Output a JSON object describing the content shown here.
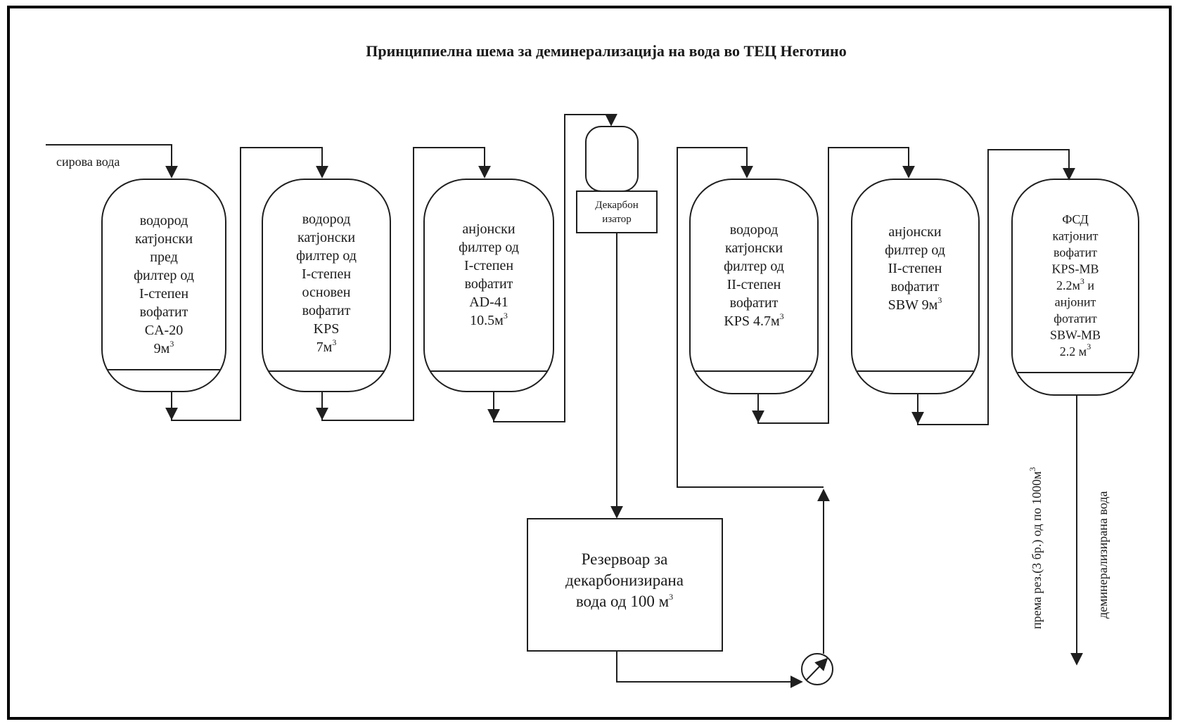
{
  "title": "Принципиелна шема за деминерализација на вода во ТЕЦ Неготино",
  "inlet_label": "сирова вода",
  "vessels": [
    {
      "lines": [
        "водород",
        "катјонски",
        "пред",
        "филтер од",
        "I-степен",
        "вофатит",
        "CA-20"
      ],
      "volume": "9м",
      "volume_sup": "3"
    },
    {
      "lines": [
        "водород",
        "катјонски",
        "филтер од",
        "I-степен",
        "основен",
        "вофатит",
        "KPS"
      ],
      "volume": "7м",
      "volume_sup": "3"
    },
    {
      "lines": [
        "анјонски",
        "филтер од",
        "I-степен",
        "вофатит",
        "AD-41"
      ],
      "volume": "10.5м",
      "volume_sup": "3"
    },
    {
      "lines": [
        "водород",
        "катјонски",
        "филтер од",
        "II-степен",
        "вофатит"
      ],
      "volume": "KPS 4.7м",
      "volume_sup": "3"
    },
    {
      "lines": [
        "анјонски",
        "филтер од",
        "II-степен",
        "вофатит"
      ],
      "volume": "SBW 9м",
      "volume_sup": "3"
    },
    {
      "lines": [
        "ФСД",
        "катјонит",
        "вофатит",
        "KPS-MB",
        "2.2м",
        "анјонит",
        "фотатит",
        "SBW-MB"
      ],
      "extra_sup": "3",
      "extra_sup_suffix": " и",
      "volume": "2.2 м",
      "volume_sup": "3"
    }
  ],
  "decarbonizer_lines": [
    "Декарбон",
    "изатор"
  ],
  "reservoir": {
    "lines": [
      "Резервоар за",
      "декарбонизирана",
      "вода од 100 м"
    ],
    "sup": "3"
  },
  "side_label_1": {
    "text": "према рез.(3 бр.) од по 1000м",
    "sup": "3"
  },
  "side_label_2": "деминерализирана вода"
}
